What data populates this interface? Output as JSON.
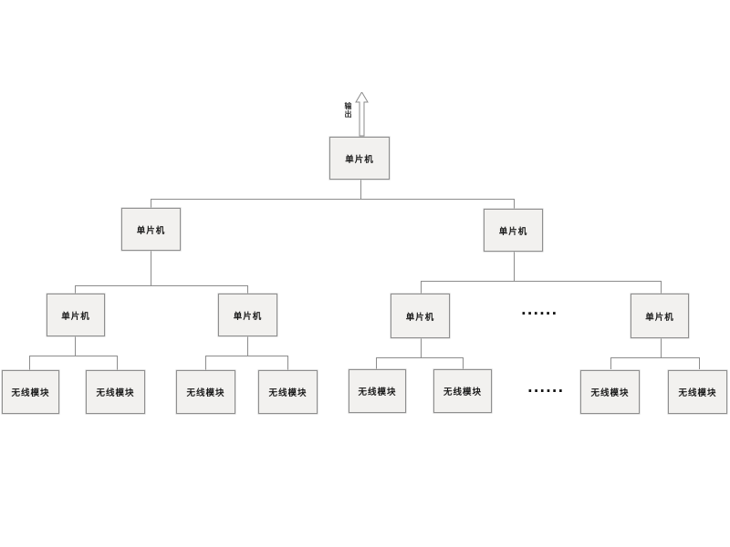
{
  "diagram": {
    "arrow": {
      "label": "输出",
      "icon": "up-arrow-icon"
    },
    "ellipsis": {
      "level3": "······",
      "leaf": "······"
    },
    "nodes": {
      "root": "单片机",
      "l2_left": "单片机",
      "l2_right": "单片机",
      "l3_a": "单片机",
      "l3_b": "单片机",
      "l3_c": "单片机",
      "l3_d": "单片机",
      "leaf_1": "无线模块",
      "leaf_2": "无线模块",
      "leaf_3": "无线模块",
      "leaf_4": "无线模块",
      "leaf_5": "无线模块",
      "leaf_6": "无线模块",
      "leaf_7": "无线模块",
      "leaf_8": "无线模块"
    },
    "colors": {
      "node_fill": "#f2f1ef",
      "node_border": "#8f8f8f",
      "connector": "#8c8c8c",
      "text": "#1a1a1a",
      "background": "#ffffff"
    }
  }
}
